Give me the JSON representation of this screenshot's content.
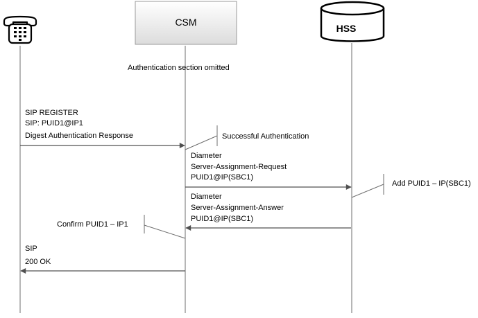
{
  "participants": {
    "phone": {
      "icon": "telephone-icon"
    },
    "csm": {
      "label": "CSM"
    },
    "hss": {
      "label": "HSS",
      "icon": "database-cylinder-icon"
    }
  },
  "notes": {
    "auth_omitted": "Authentication section omitted",
    "successful_auth": "Successful Authentication",
    "add_puid": "Add PUID1 – IP(SBC1)",
    "confirm_puid": "Confirm PUID1 – IP1"
  },
  "messages": {
    "register": {
      "line1": "SIP REGISTER",
      "line2": "SIP: PUID1@IP1",
      "line3": "Digest Authentication Response"
    },
    "sar": {
      "line1": "Diameter",
      "line2": "Server-Assignment-Request",
      "line3": "PUID1@IP(SBC1)"
    },
    "saa": {
      "line1": "Diameter",
      "line2": "Server-Assignment-Answer",
      "line3": "PUID1@IP(SBC1)"
    },
    "ok": {
      "line1": "SIP",
      "line2": "200 OK"
    }
  },
  "colors": {
    "lifeline": "#6d6d6d",
    "arrow": "#505050",
    "csm_box_top": "#ffffff",
    "csm_box_bottom": "#dcdcdc",
    "csm_box_border": "#9a9a9a"
  }
}
